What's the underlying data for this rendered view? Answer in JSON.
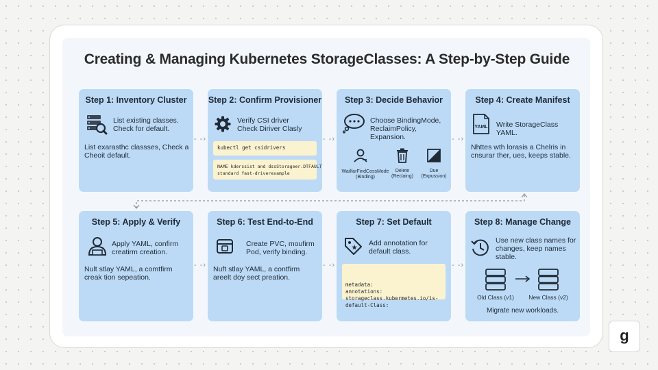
{
  "title": "Creating & Managing Kubernetes StorageClasses: A Step-by-Step Guide",
  "icons": {
    "s1": "server-search-icon",
    "s2": "gear-icon",
    "s3": "thought-bubble-icon",
    "s3a": "user-bind-icon",
    "s3b": "trash-icon",
    "s3c": "expansion-icon",
    "s4": "yaml-file-icon",
    "s5": "user-apply-icon",
    "s6": "window-test-icon",
    "s7": "tag-icon",
    "s8": "history-icon",
    "s8a": "database-icon",
    "s8b": "database-icon"
  },
  "steps": {
    "s1": {
      "title": "Step 1: Inventory Cluster",
      "desc": [
        "List existing classes.",
        "Check for default."
      ],
      "note": [
        "List exarasthc classses, Check a",
        "Cheoit default."
      ]
    },
    "s2": {
      "title": "Step 2: Confirm Provisioner",
      "desc": [
        "Verify CSI driver",
        "Check Diriver Clasly"
      ],
      "code1": [
        "kubectl get csidrivers"
      ],
      "code2": [
        "NAME kderssist and dssStorageer.DTFAULT",
        "standard  fast-driverexample"
      ]
    },
    "s3": {
      "title": "Step 3: Decide Behavior",
      "desc": [
        "Choose BindingMode,",
        "ReclaimPolicy, Expansion."
      ],
      "opt1": [
        "WaiIfarFindCossMode",
        "(Binding)"
      ],
      "opt2": [
        "Delete",
        "(Reclaing)"
      ],
      "opt3": [
        "Due",
        "(Expussion)"
      ]
    },
    "s4": {
      "title": "Step 4: Create Manifest",
      "desc": [
        "Write StorageClass YAML."
      ],
      "icon_text": "YAML",
      "note": [
        "Nhttes wth lorasis a Chelris in",
        "cnsurar ther, ues, keeps stable."
      ]
    },
    "s5": {
      "title": "Step 5: Apply & Verify",
      "desc": [
        "Apply YAML, confirm",
        "creatirm creation."
      ],
      "note": [
        "Nult stlay YAML, a comtfirm",
        "creak tion sepeation."
      ]
    },
    "s6": {
      "title": "Step 6: Test End-to-End",
      "desc": [
        "Create PVC, moufirm",
        "Pod, verify binding."
      ],
      "note": [
        "Nuft stlay YAML, a contfirm",
        "areelt doy sect preation."
      ]
    },
    "s7": {
      "title": "Step 7: Set Default",
      "desc": [
        "Add annotation for",
        "default class."
      ],
      "code": [
        "metadata:",
        "  annotations:",
        "    storageclass.kubermetes.io/is-",
        "default-Class:"
      ]
    },
    "s8": {
      "title": "Step 8: Manage Change",
      "desc": [
        "Use new class names for",
        "changes, keep names",
        "stable."
      ],
      "old_label": "Old Class (v1)",
      "new_label": "New Class (v2)",
      "footer": "Migrate new workloads."
    }
  },
  "logo": "g",
  "colors": {
    "card": "#bcdaf6",
    "code_bg": "#fbf3cf",
    "panel": "#f3f7fc"
  }
}
